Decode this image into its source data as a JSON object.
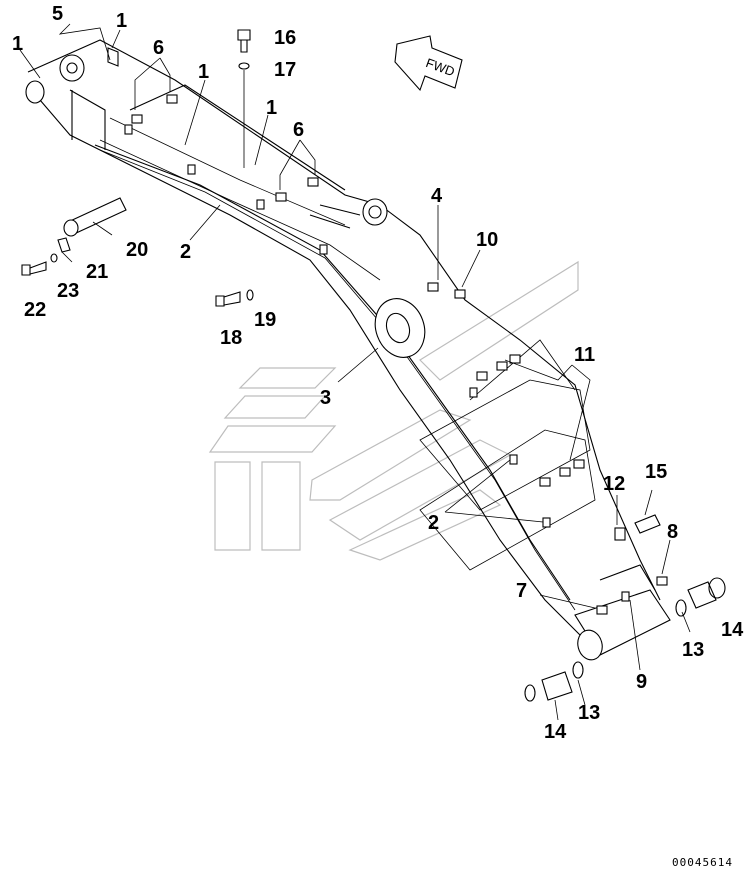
{
  "diagram": {
    "orientation_label": "FWD",
    "document_number": "00045614",
    "callouts": [
      {
        "id": "c5",
        "text": "5"
      },
      {
        "id": "c1a",
        "text": "1"
      },
      {
        "id": "c1b",
        "text": "1"
      },
      {
        "id": "c6a",
        "text": "6"
      },
      {
        "id": "c1c",
        "text": "1"
      },
      {
        "id": "c16",
        "text": "16"
      },
      {
        "id": "c17",
        "text": "17"
      },
      {
        "id": "c1d",
        "text": "1"
      },
      {
        "id": "c6b",
        "text": "6"
      },
      {
        "id": "c4",
        "text": "4"
      },
      {
        "id": "c10",
        "text": "10"
      },
      {
        "id": "c20",
        "text": "20"
      },
      {
        "id": "c2a",
        "text": "2"
      },
      {
        "id": "c21",
        "text": "21"
      },
      {
        "id": "c23",
        "text": "23"
      },
      {
        "id": "c22",
        "text": "22"
      },
      {
        "id": "c18",
        "text": "18"
      },
      {
        "id": "c19",
        "text": "19"
      },
      {
        "id": "c3",
        "text": "3"
      },
      {
        "id": "c11",
        "text": "11"
      },
      {
        "id": "c12",
        "text": "12"
      },
      {
        "id": "c15",
        "text": "15"
      },
      {
        "id": "c2b",
        "text": "2"
      },
      {
        "id": "c8",
        "text": "8"
      },
      {
        "id": "c7",
        "text": "7"
      },
      {
        "id": "c13a",
        "text": "13"
      },
      {
        "id": "c14a",
        "text": "14"
      },
      {
        "id": "c9",
        "text": "9"
      },
      {
        "id": "c13b",
        "text": "13"
      },
      {
        "id": "c14b",
        "text": "14"
      }
    ]
  }
}
